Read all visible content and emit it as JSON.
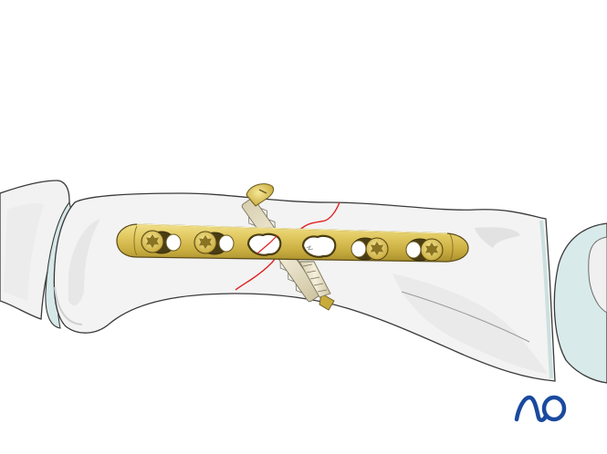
{
  "figure": {
    "subject": "Phalanx shaft fracture fixed with plate and lag screw",
    "elements": {
      "proximal_bone": "proximal-phalanx-head",
      "middle_bone": "fractured-phalanx-shaft",
      "distal_bone": "adjacent-phalanx-base",
      "implant_plate": "straight-plate-6-holes",
      "lag_screw": "oblique-lag-screw",
      "fracture_line": "oblique-fracture-line"
    },
    "plate": {
      "holes": 6,
      "screws_inserted": 4,
      "hole_states": [
        "screw",
        "screw",
        "empty-combi",
        "empty-combi",
        "screw",
        "screw"
      ]
    },
    "colors": {
      "bone_fill": "#f3f3f3",
      "bone_shadow": "#e4e4e4",
      "cartilage": "#d6e8e8",
      "outline": "#3a3a3a",
      "plate_gold": "#d9c25a",
      "plate_dark": "#a88f2c",
      "screw_ivory": "#efe8d0",
      "fracture_red": "#e02020",
      "logo_blue": "#1a4a9e"
    }
  },
  "logo": {
    "text": "AO"
  }
}
